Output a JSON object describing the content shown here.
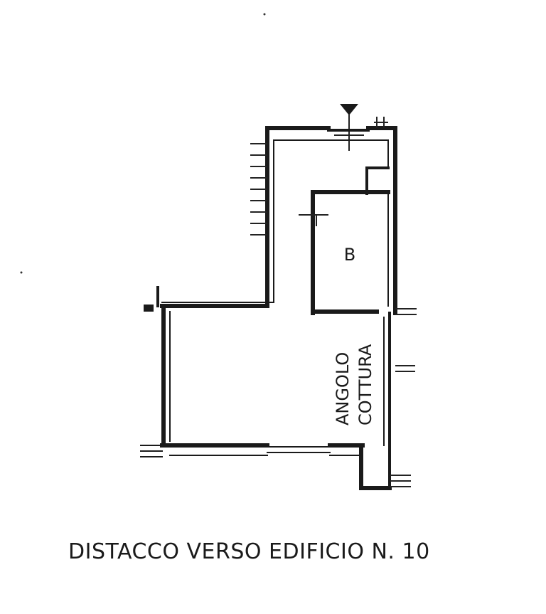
{
  "plan": {
    "rooms": {
      "bathroom_label": "B",
      "kitchen_label_line1": "ANGOLO",
      "kitchen_label_line2": "COTTURA"
    },
    "caption": "DISTACCO VERSO EDIFICIO N. 10"
  }
}
